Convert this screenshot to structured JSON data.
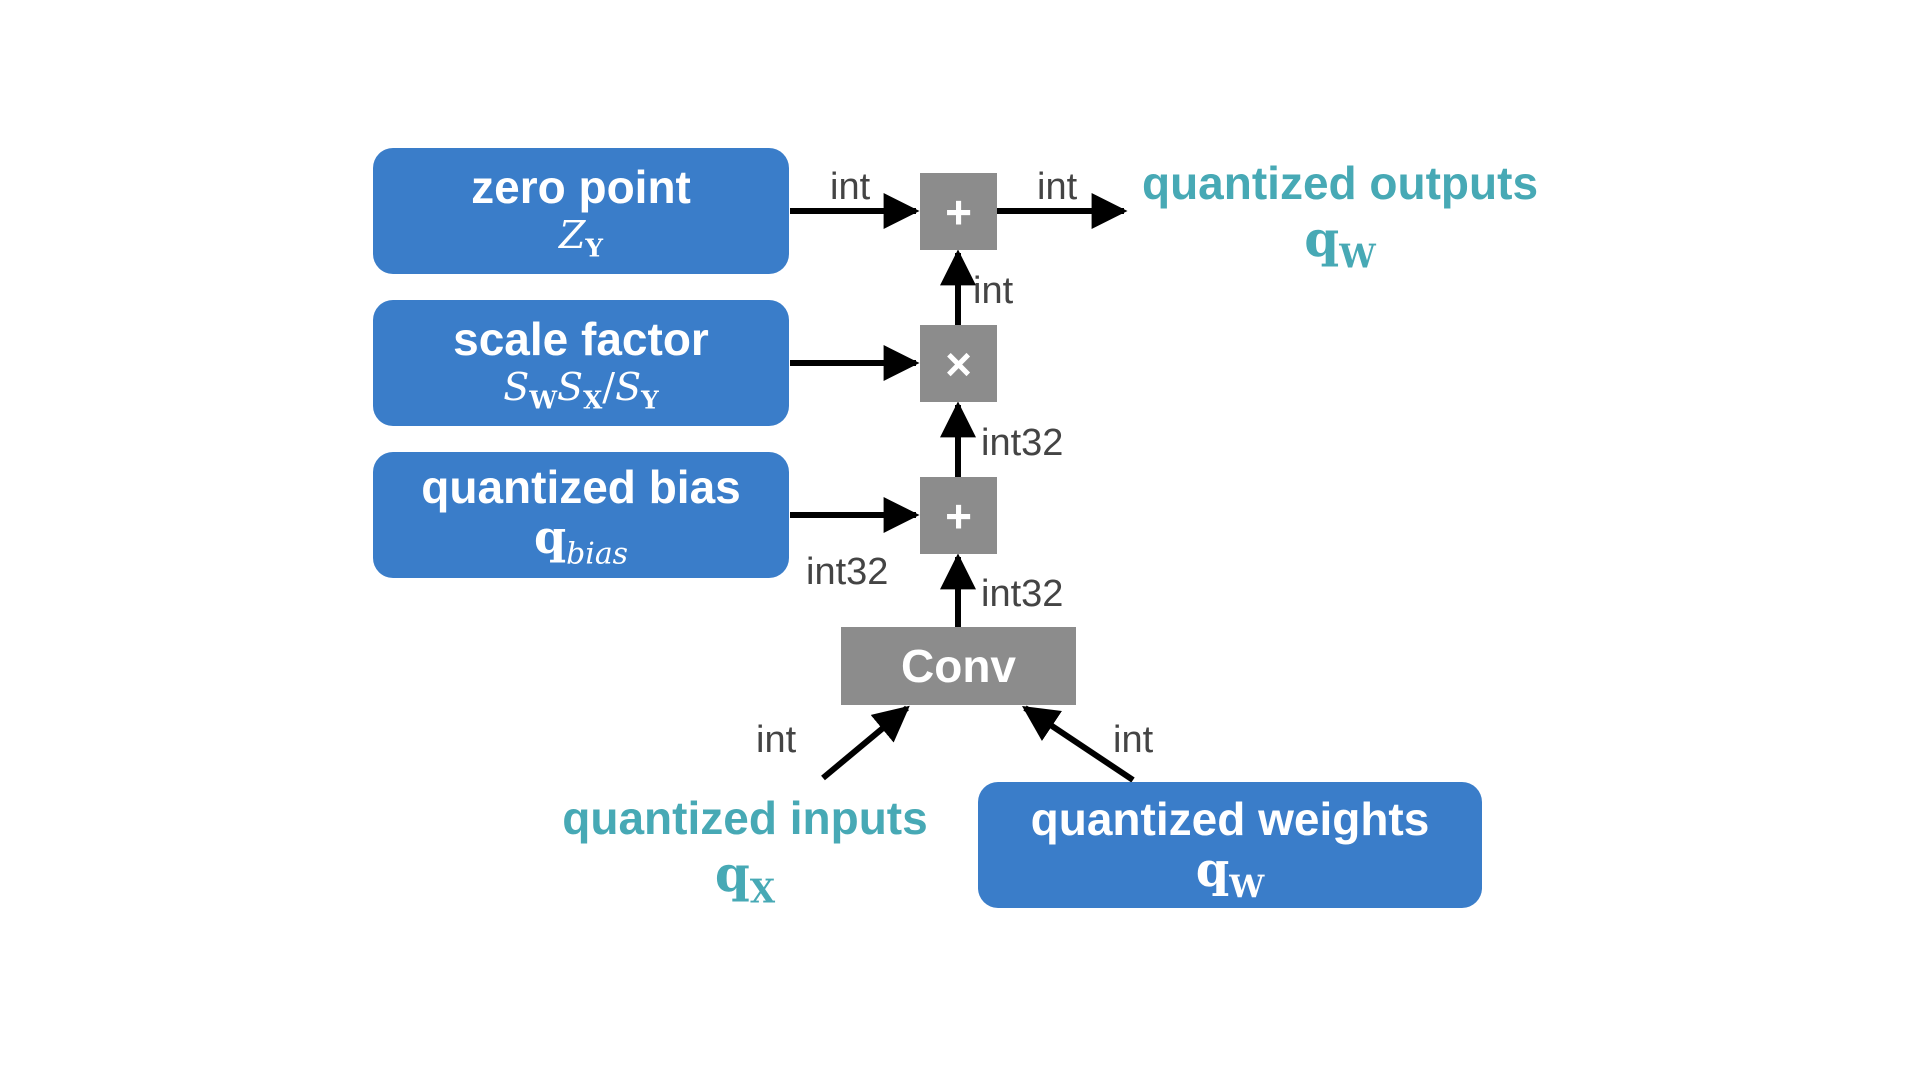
{
  "nodes": {
    "zero_point": {
      "label": "zero point",
      "symbol": "Z",
      "sub": "Y"
    },
    "scale_factor": {
      "label": "scale factor",
      "s1": "S",
      "s1_sub": "W",
      "s2": "S",
      "s2_sub": "X",
      "slash": "/",
      "s3": "S",
      "s3_sub": "Y"
    },
    "quantized_bias": {
      "label": "quantized bias",
      "symbol": "q",
      "sub": "bias"
    },
    "quantized_outputs": {
      "label": "quantized outputs",
      "symbol": "q",
      "sub": "W"
    },
    "quantized_inputs": {
      "label": "quantized inputs",
      "symbol": "q",
      "sub": "X"
    },
    "quantized_weights": {
      "label": "quantized weights",
      "symbol": "q",
      "sub": "W"
    },
    "conv": {
      "label": "Conv"
    }
  },
  "ops": {
    "add_top": "+",
    "multiply": "×",
    "add_bias": "+"
  },
  "edge_labels": {
    "zero_to_add": "int",
    "add_to_output": "int",
    "mul_to_add": "int",
    "addbias_to_mul": "int32",
    "bias_edge": "int32",
    "conv_to_add": "int32",
    "inputs_to_conv": "int",
    "weights_to_conv": "int"
  },
  "colors": {
    "input_box": "#3a7dc9",
    "operator": "#8c8c8c",
    "output_text": "#47a9b5",
    "edge": "#000000"
  }
}
